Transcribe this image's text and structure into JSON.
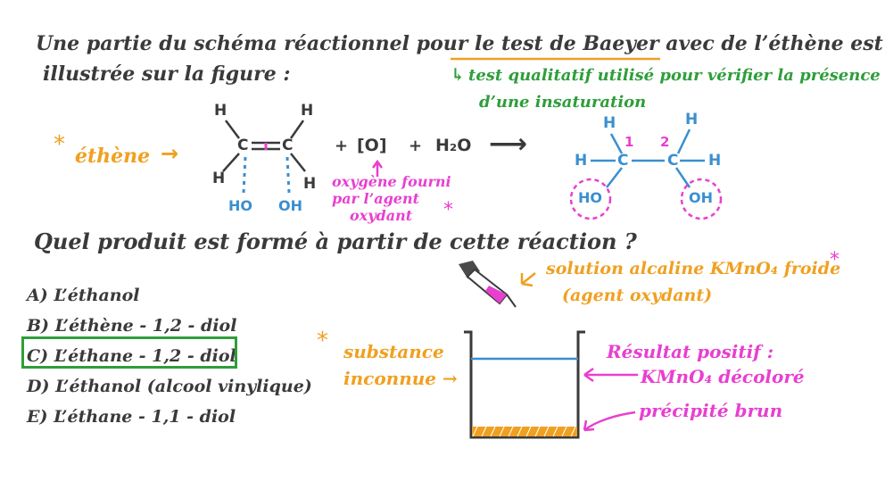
{
  "heading": {
    "line1": "Une partie du schéma réactionnel pour le test de Baeyer avec de l’éthène est",
    "line2": "illustrée sur la figure :"
  },
  "note_test": {
    "arrow": "↳",
    "line1": "test qualitatif utilisé pour vérifier la présence",
    "line2": "d’une insaturation"
  },
  "reaction": {
    "reactant_label": "éthène",
    "reactant_arrow": "→",
    "plus1": "+",
    "oxygen": "[O]",
    "plus2": "+",
    "water": "H₂O",
    "arrow": "⟶",
    "oxygen_note_line1": "oxygène fourni",
    "oxygen_note_line2": "par l’agent",
    "oxygen_note_line3": "oxydant",
    "reactant_atoms": {
      "h_top_left": "H",
      "h_top_right": "H",
      "c_left": "C",
      "c_right": "C",
      "h_bottom_left": "H",
      "h_bottom_right": "H",
      "ho_left": "HO",
      "oh_right": "OH"
    },
    "product_atoms": {
      "h_top1": "H",
      "h_top2": "H",
      "c1": "C",
      "c2": "C",
      "h_left": "H",
      "h_right": "H",
      "ho": "HO",
      "oh": "OH",
      "num1": "1",
      "num2": "2"
    }
  },
  "question": "Quel produit est formé à partir de cette réaction ?",
  "answers": [
    "A) L’éthanol",
    "B) L’éthène - 1,2 - diol",
    "C) L’éthane - 1,2 - diol",
    "D) L’éthanol (alcool vinylique)",
    "E) L’éthane - 1,1 - diol"
  ],
  "selected_answer_index": 2,
  "reagent_note": {
    "line1": "solution alcaline KMnO₄ froide",
    "line2": "(agent oxydant)"
  },
  "unknown_note": {
    "line1": "substance",
    "line2": "inconnue →"
  },
  "result_note": {
    "line1": "Résultat positif :",
    "line2": "KMnO₄ décoloré",
    "line3": "précipité brun"
  },
  "colors": {
    "green": "#2e9e3a",
    "orange": "#f0a020",
    "magenta": "#e83fd0",
    "blue": "#3a8fd0",
    "ink": "#3a3a3a"
  }
}
